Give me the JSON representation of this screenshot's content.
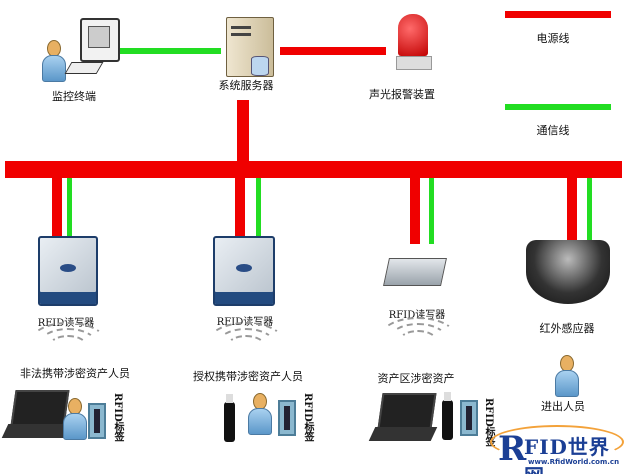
{
  "legend": {
    "power_line": "电源线",
    "comm_line": "通信线",
    "power_color": "#f00000",
    "comm_color": "#22dd22"
  },
  "top": {
    "monitor": "监控终端",
    "server": "系统服务器",
    "alarm": "声光报警装置"
  },
  "readers": [
    {
      "label": "RFID读写器",
      "group": "非法携带涉密资产人员",
      "tag": "RFID标签"
    },
    {
      "label": "RFID读写器",
      "group": "授权携带涉密资产人员",
      "tag": "RFID标签"
    },
    {
      "label": "RFID读写器",
      "group": "资产区涉密资产",
      "tag": "RFID标签"
    }
  ],
  "sensor": {
    "label": "红外感应器",
    "person": "进出人员"
  },
  "watermark": {
    "logo": "RFID世界网",
    "url": "www.RfidWorld.com.cn"
  }
}
